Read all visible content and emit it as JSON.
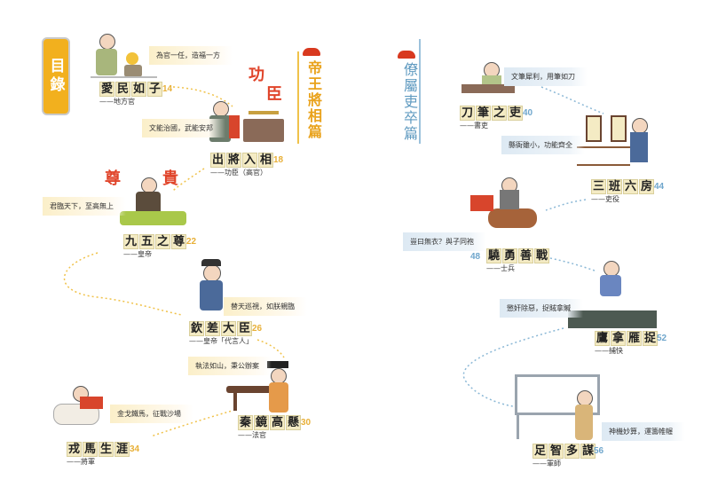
{
  "toc_label": "目錄",
  "sections": [
    {
      "title": "帝王將相篇",
      "color": "#e9a21b"
    },
    {
      "title": "僚屬吏卒篇",
      "color": "#5f9ac0"
    }
  ],
  "decorations": {
    "gongchen": [
      "功",
      "臣"
    ],
    "zungui": [
      "尊",
      "貴"
    ]
  },
  "entries_left": [
    {
      "title": [
        "愛",
        "民",
        "如",
        "子"
      ],
      "page": "14",
      "role": "——地方官",
      "caption": "為官一任，造福一方"
    },
    {
      "title": [
        "出",
        "將",
        "入",
        "相"
      ],
      "page": "18",
      "role": "——功臣（高官）",
      "caption": "文能治國，武能安邦"
    },
    {
      "title": [
        "九",
        "五",
        "之",
        "尊"
      ],
      "page": "22",
      "role": "——皇帝",
      "caption": "君臨天下，至高無上"
    },
    {
      "title": [
        "欽",
        "差",
        "大",
        "臣"
      ],
      "page": "26",
      "role": "——皇帝「代言人」",
      "caption": "替天巡視，如朕親臨"
    },
    {
      "title": [
        "秦",
        "鏡",
        "高",
        "懸"
      ],
      "page": "30",
      "role": "——法官",
      "caption": "執法如山，秉公辦案"
    },
    {
      "title": [
        "戎",
        "馬",
        "生",
        "涯"
      ],
      "page": "34",
      "role": "——將軍",
      "caption": "金戈鐵馬，征戰沙場"
    }
  ],
  "entries_right": [
    {
      "title": [
        "刀",
        "筆",
        "之",
        "吏"
      ],
      "page": "40",
      "role": "——書吏",
      "caption": "文筆犀利，用筆如刀"
    },
    {
      "title": [
        "三",
        "班",
        "六",
        "房"
      ],
      "page": "44",
      "role": "——吏役",
      "caption": "縣衙雖小，功能齊全"
    },
    {
      "title": [
        "驍",
        "勇",
        "善",
        "戰"
      ],
      "page": "48",
      "role": "——士兵",
      "caption": "豈曰無衣？與子同袍"
    },
    {
      "title": [
        "鷹",
        "拿",
        "雁",
        "捉"
      ],
      "page": "52",
      "role": "——捕快",
      "caption": "懲奸除惡，捉賊拿贓"
    },
    {
      "title": [
        "足",
        "智",
        "多",
        "謀"
      ],
      "page": "56",
      "role": "——軍師",
      "caption": "神機妙算，運籌帷幄"
    }
  ],
  "colors": {
    "gold": "#e9a21b",
    "blue": "#5f9ac0",
    "title_bg": "#f4ebc4"
  }
}
